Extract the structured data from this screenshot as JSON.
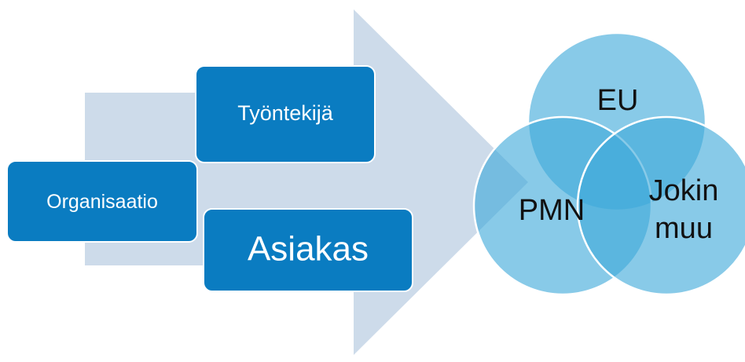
{
  "colors": {
    "arrow": "#cddbea",
    "box_fill": "#0a7cc1",
    "box_border": "#ffffff",
    "venn_fill": "#3fa9da",
    "venn_stroke": "#ffffff"
  },
  "boxes": {
    "organisaatio": "Organisaatio",
    "tyontekija": "Työntekijä",
    "asiakas": "Asiakas"
  },
  "venn": {
    "eu": "EU",
    "pmn": "PMN",
    "jokin_line1": "Jokin",
    "jokin_line2": "muu"
  }
}
